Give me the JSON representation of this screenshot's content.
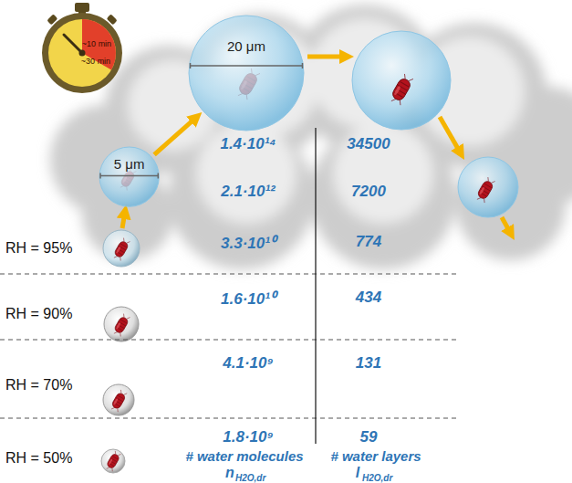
{
  "diagram": {
    "nodes": [
      {
        "text": [
          "5 μm"
        ]
      },
      {
        "text": [
          "20 μm"
        ]
      }
    ],
    "edges": [
      {
        "from": 0,
        "to": 1,
        "arrow": "to"
      }
    ],
    "labels": [
      "~10 min",
      "~30 min",
      "1.4·10¹⁴",
      "34500",
      "2.1·10¹²",
      "7200",
      "3.3·10¹⁰",
      "774",
      "RH = 95%",
      "1.6·10¹⁰",
      "434",
      "RH = 90%",
      "4.1·10⁹",
      "131",
      "RH = 70%",
      "RH = 50%",
      "1.8·10⁹",
      "59",
      "# water molecules",
      "# water layers",
      "n",
      "H2O,dr",
      "l",
      "H2O,dr"
    ]
  }
}
